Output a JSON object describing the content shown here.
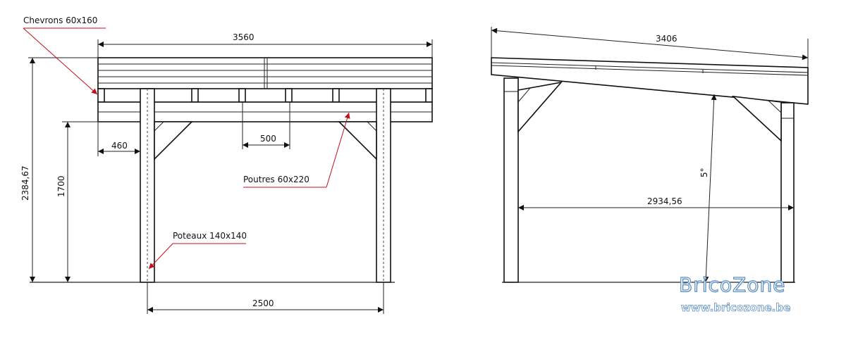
{
  "front_view": {
    "label_chevrons": "Chevrons 60x160",
    "label_poutres": "Poutres 60x220",
    "label_poteaux": "Poteaux 140x140",
    "dim_total_width": "3560",
    "dim_overhang": "460",
    "dim_spacing": "500",
    "dim_total_height": "2384,67",
    "dim_beam_height": "1700",
    "dim_post_spacing": "2500"
  },
  "side_view": {
    "dim_roof_length": "3406",
    "dim_slope": "5°",
    "dim_post_span": "2934,56"
  },
  "watermark": {
    "brand": "BricoZone",
    "url": "www.bricozone.be"
  },
  "colors": {
    "leader_red": "#c0121b",
    "watermark_blue": "#5b8fc4"
  }
}
